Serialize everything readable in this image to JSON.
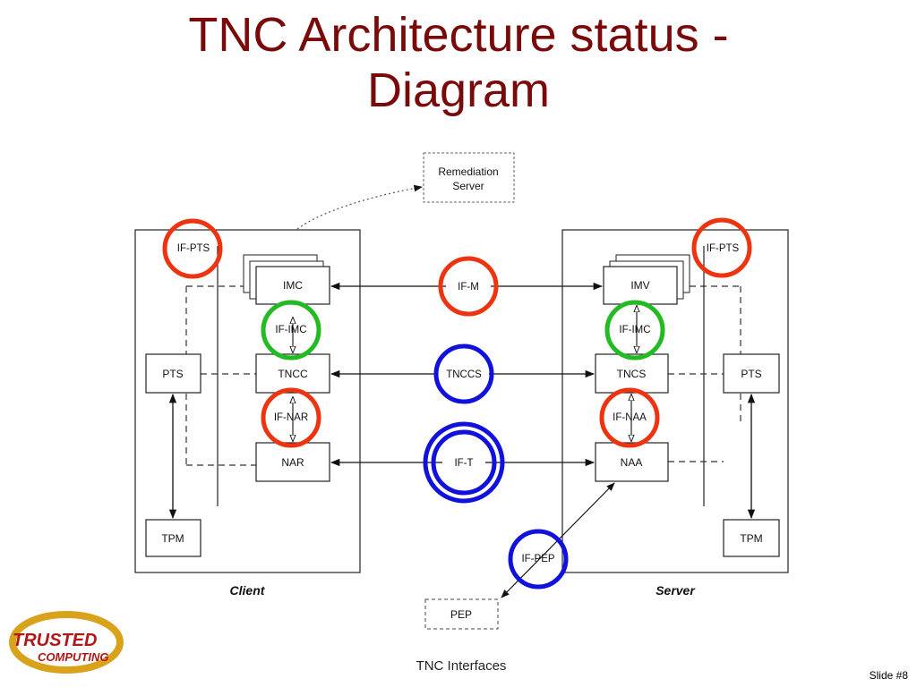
{
  "slide": {
    "title_line1": "TNC Architecture status -",
    "title_line2": "Diagram",
    "caption": "TNC Interfaces",
    "slide_number": "Slide #8"
  },
  "logo": {
    "line1": "TRUSTED",
    "line2": "COMPUTING"
  },
  "diagram": {
    "remediation_line1": "Remediation",
    "remediation_line2": "Server",
    "client_caption": "Client",
    "server_caption": "Server",
    "client": {
      "imc": "IMC",
      "tncc": "TNCC",
      "nar": "NAR",
      "pts": "PTS",
      "tpm": "TPM",
      "if_pts": "IF-PTS",
      "if_imc": "IF-IMC",
      "if_nar": "IF-NAR"
    },
    "server": {
      "imv": "IMV",
      "tncs": "TNCS",
      "naa": "NAA",
      "pts": "PTS",
      "tpm": "TPM",
      "if_pts": "IF-PTS",
      "if_imc": "IF-IMC",
      "if_naa": "IF-NAA"
    },
    "center": {
      "if_m": "IF-M",
      "tnccs": "TNCCS",
      "if_t": "IF-T",
      "if_pep": "IF-PEP",
      "pep": "PEP"
    }
  },
  "colors": {
    "title": "#7a0a0a",
    "red_circle": "#ee3311",
    "green_circle": "#22bb22",
    "blue_circle": "#1111dd",
    "logo_gold": "#d9a21b",
    "logo_red": "#b01818"
  }
}
